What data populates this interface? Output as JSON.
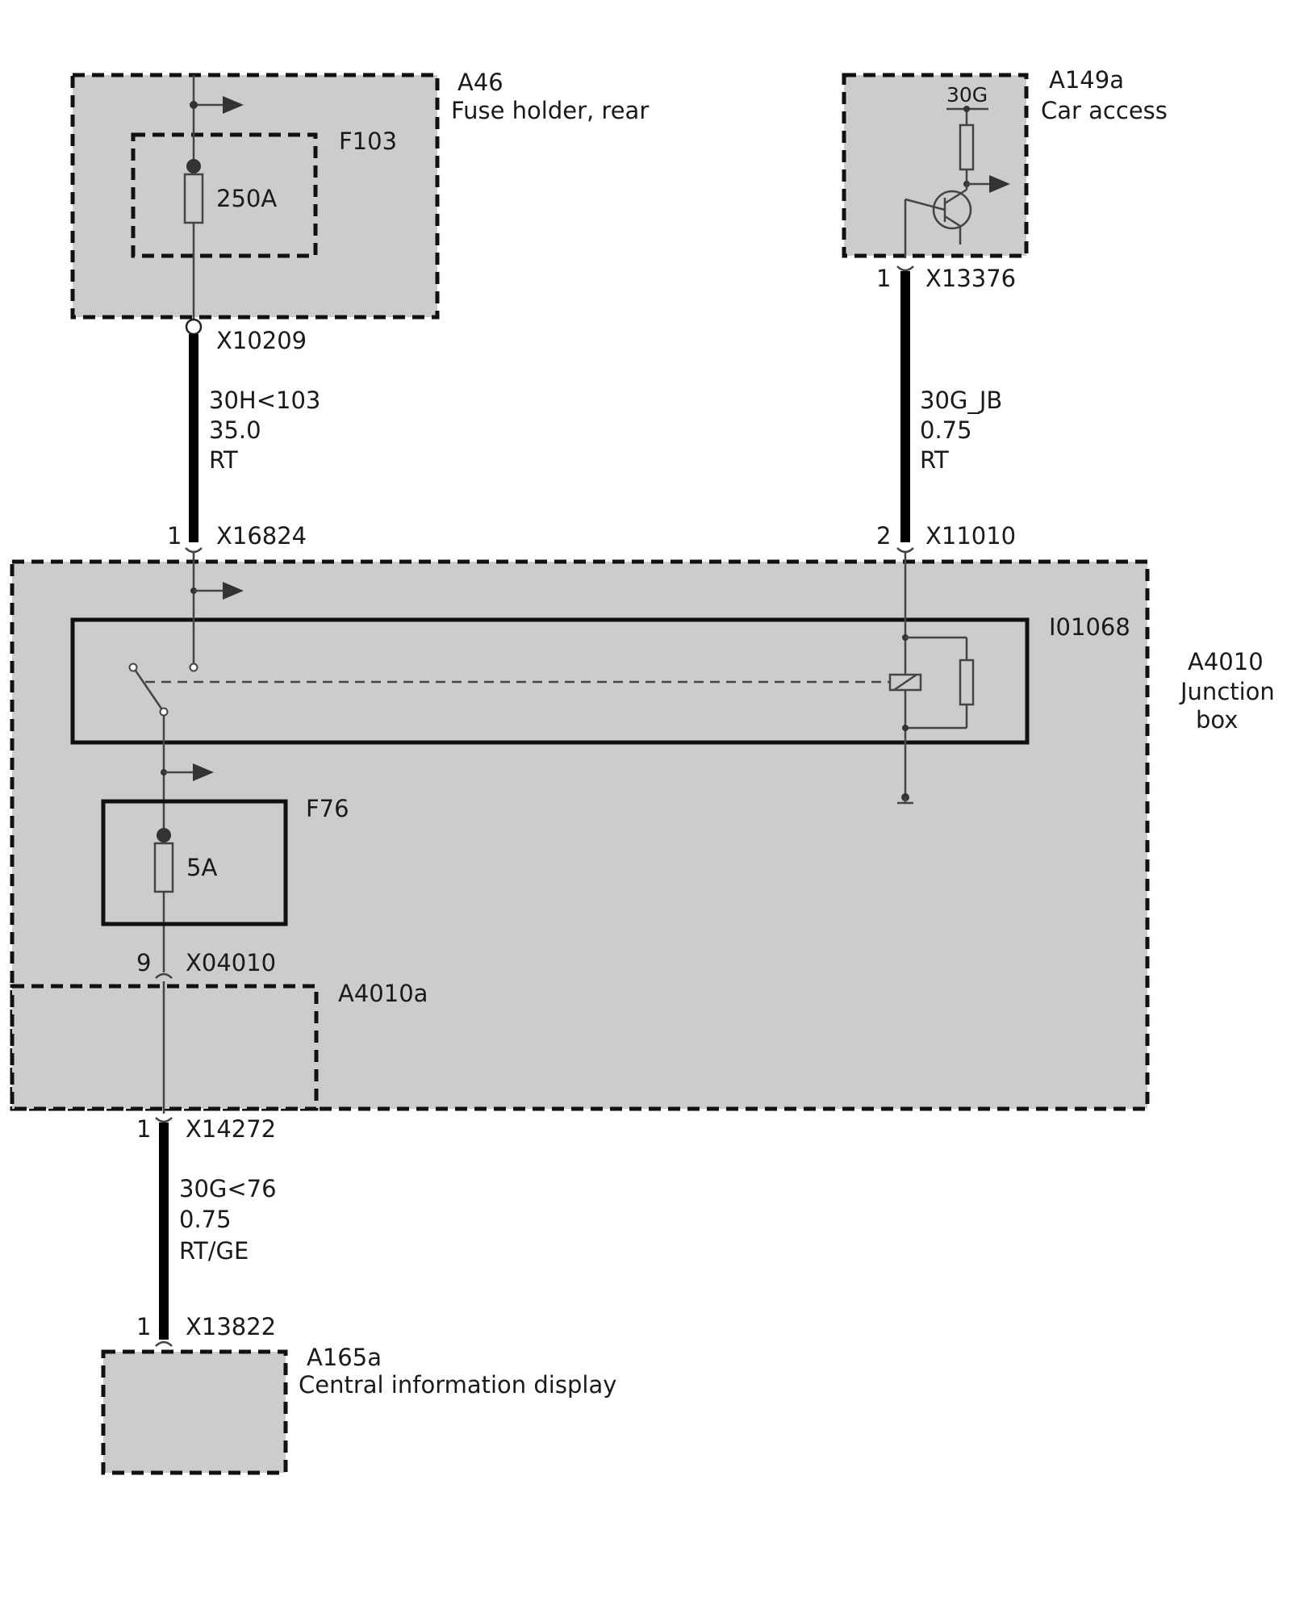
{
  "components": {
    "a46": {
      "id": "A46",
      "name": "Fuse holder, rear"
    },
    "f103": {
      "id": "F103",
      "rating": "250A"
    },
    "a149a": {
      "id": "A149a",
      "name": "Car access",
      "terminal": "30G"
    },
    "a4010": {
      "id": "A4010",
      "name_line1": "Junction",
      "name_line2": "box"
    },
    "i01068": {
      "id": "I01068"
    },
    "f76": {
      "id": "F76",
      "rating": "5A"
    },
    "a4010a": {
      "id": "A4010a"
    },
    "a165a": {
      "id": "A165a",
      "name": "Central information display"
    }
  },
  "connectors": {
    "x10209": {
      "id": "X10209"
    },
    "x16824": {
      "id": "X16824",
      "pin": "1"
    },
    "x13376": {
      "id": "X13376",
      "pin": "1"
    },
    "x11010": {
      "id": "X11010",
      "pin": "2"
    },
    "x04010": {
      "id": "X04010",
      "pin": "9"
    },
    "x14272": {
      "id": "X14272",
      "pin": "1"
    },
    "x13822": {
      "id": "X13822",
      "pin": "1"
    }
  },
  "wires": {
    "w1": {
      "signal": "30H<103",
      "gauge": "35.0",
      "color": "RT"
    },
    "w2": {
      "signal": "30G_JB",
      "gauge": "0.75",
      "color": "RT"
    },
    "w3": {
      "signal": "30G<76",
      "gauge": "0.75",
      "color": "RT/GE"
    }
  }
}
